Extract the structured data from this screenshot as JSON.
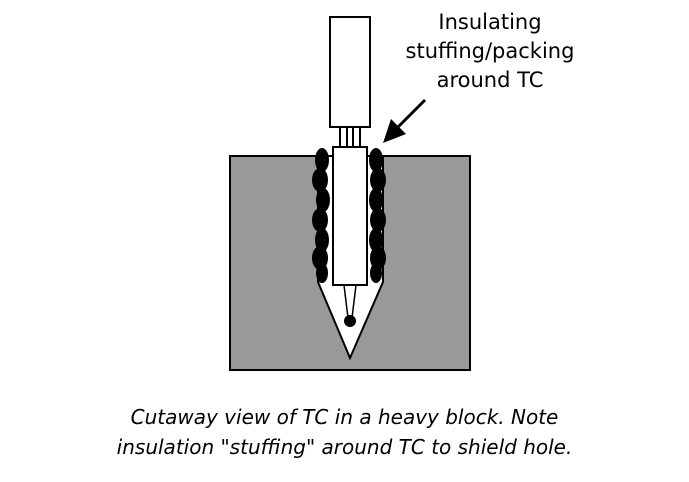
{
  "callout": {
    "lines": [
      "Insulating",
      "stuffing/packing",
      "around TC"
    ]
  },
  "caption": {
    "lines": [
      "Cutaway view of TC in a heavy block. Note",
      "insulation \"stuffing\" around TC to shield hole."
    ]
  },
  "colors": {
    "block_fill": "#999999",
    "insulation": "#000000",
    "line": "#000000",
    "background": "#ffffff"
  },
  "icons": [
    "thermocouple-probe-icon",
    "arrow-icon",
    "junction-bead-icon"
  ]
}
